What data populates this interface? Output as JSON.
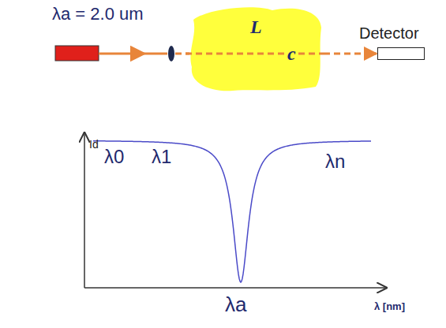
{
  "diagram": {
    "nodes": [
      {
        "text": [
          "L",
          "c"
        ]
      },
      {
        "text": [
          "Detector"
        ]
      }
    ],
    "edges": [
      {
        "from": 0,
        "to": 1,
        "arrow": "to"
      }
    ],
    "labels": [
      "λa = 2.0 um",
      "Id",
      "λ0",
      "λ1",
      "λn",
      "λa",
      "λ [nm]"
    ]
  }
}
